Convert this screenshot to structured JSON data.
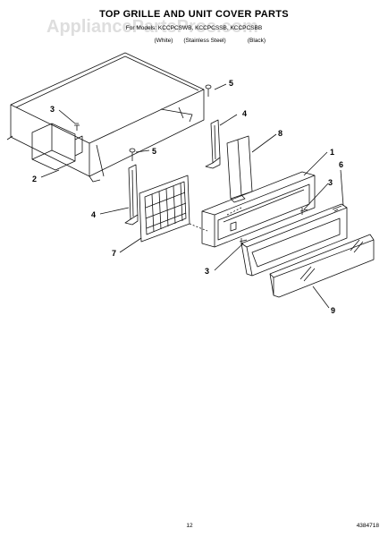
{
  "header": {
    "title": "TOP GRILLE AND UNIT COVER PARTS",
    "subtitle": "For Models: KCCPCSWB, KCCPCSSB, KCCPCSBB",
    "finishes": [
      "(White)",
      "(Stainless Steel)",
      "(Black)"
    ]
  },
  "watermark": "AppliancePartsPros.com",
  "callouts": [
    "1",
    "2",
    "3",
    "3",
    "3",
    "4",
    "4",
    "5",
    "5",
    "6",
    "7",
    "8",
    "9"
  ],
  "footer": {
    "page_number": "12",
    "document_number": "4384718"
  }
}
